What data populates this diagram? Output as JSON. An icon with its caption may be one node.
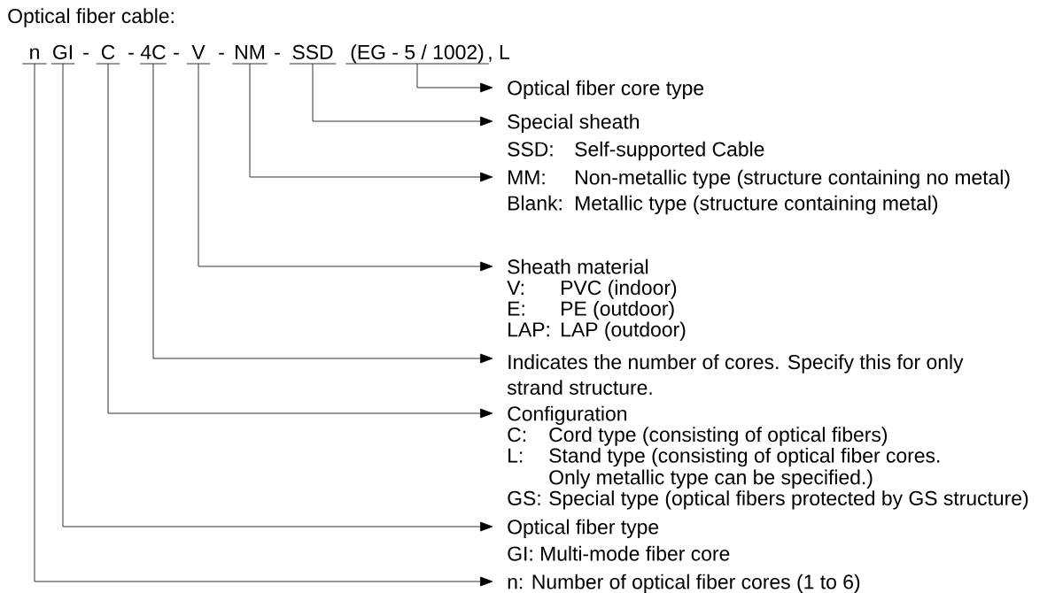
{
  "diagram": {
    "title": "Optical fiber cable:",
    "nodes": [
      {
        "text": [
          "n"
        ]
      },
      {
        "text": [
          "GI"
        ]
      },
      {
        "text": [
          "C"
        ]
      },
      {
        "text": [
          "4C"
        ]
      },
      {
        "text": [
          "V"
        ]
      },
      {
        "text": [
          "NM"
        ]
      },
      {
        "text": [
          "SSD"
        ]
      },
      {
        "text": [
          "(EG - 5 / 1002)"
        ]
      },
      {
        "text": [
          "Optical fiber core type"
        ]
      },
      {
        "text": [
          "Special sheath",
          "SSD:",
          "Self-supported Cable"
        ]
      },
      {
        "text": [
          "MM:",
          "Non-metallic type (structure containing no metal)",
          "Blank:",
          "Metallic type (structure containing metal)"
        ]
      },
      {
        "text": [
          "Sheath material",
          "V:",
          "PVC (indoor)",
          "E:",
          "PE (outdoor)",
          "LAP:",
          "LAP (outdoor)"
        ]
      },
      {
        "text": [
          "Indicates the number of cores. Specify this for only strand structure."
        ]
      },
      {
        "text": [
          "Configuration",
          "C:",
          "Cord type (consisting of optical fibers)",
          "L:",
          "Stand type (consisting of optical fiber cores. Only metallic type can be specified.)",
          "GS:",
          "Special type (optical fibers protected by GS structure)"
        ]
      },
      {
        "text": [
          "Optical fiber type",
          "GI: Multi-mode fiber core"
        ]
      },
      {
        "text": [
          "n: Number of optical fiber cores (1 to 6)"
        ]
      }
    ],
    "edges": [
      {
        "from": 7,
        "to": 8,
        "arrow": "to"
      },
      {
        "from": 6,
        "to": 9,
        "arrow": "to"
      },
      {
        "from": 5,
        "to": 10,
        "arrow": "to"
      },
      {
        "from": 4,
        "to": 11,
        "arrow": "to"
      },
      {
        "from": 3,
        "to": 12,
        "arrow": "to"
      },
      {
        "from": 2,
        "to": 13,
        "arrow": "to"
      },
      {
        "from": 1,
        "to": 14,
        "arrow": "to"
      },
      {
        "from": 0,
        "to": 15,
        "arrow": "to"
      }
    ],
    "labels": [
      "-",
      "-",
      "-",
      "-",
      "-",
      ", L"
    ]
  }
}
